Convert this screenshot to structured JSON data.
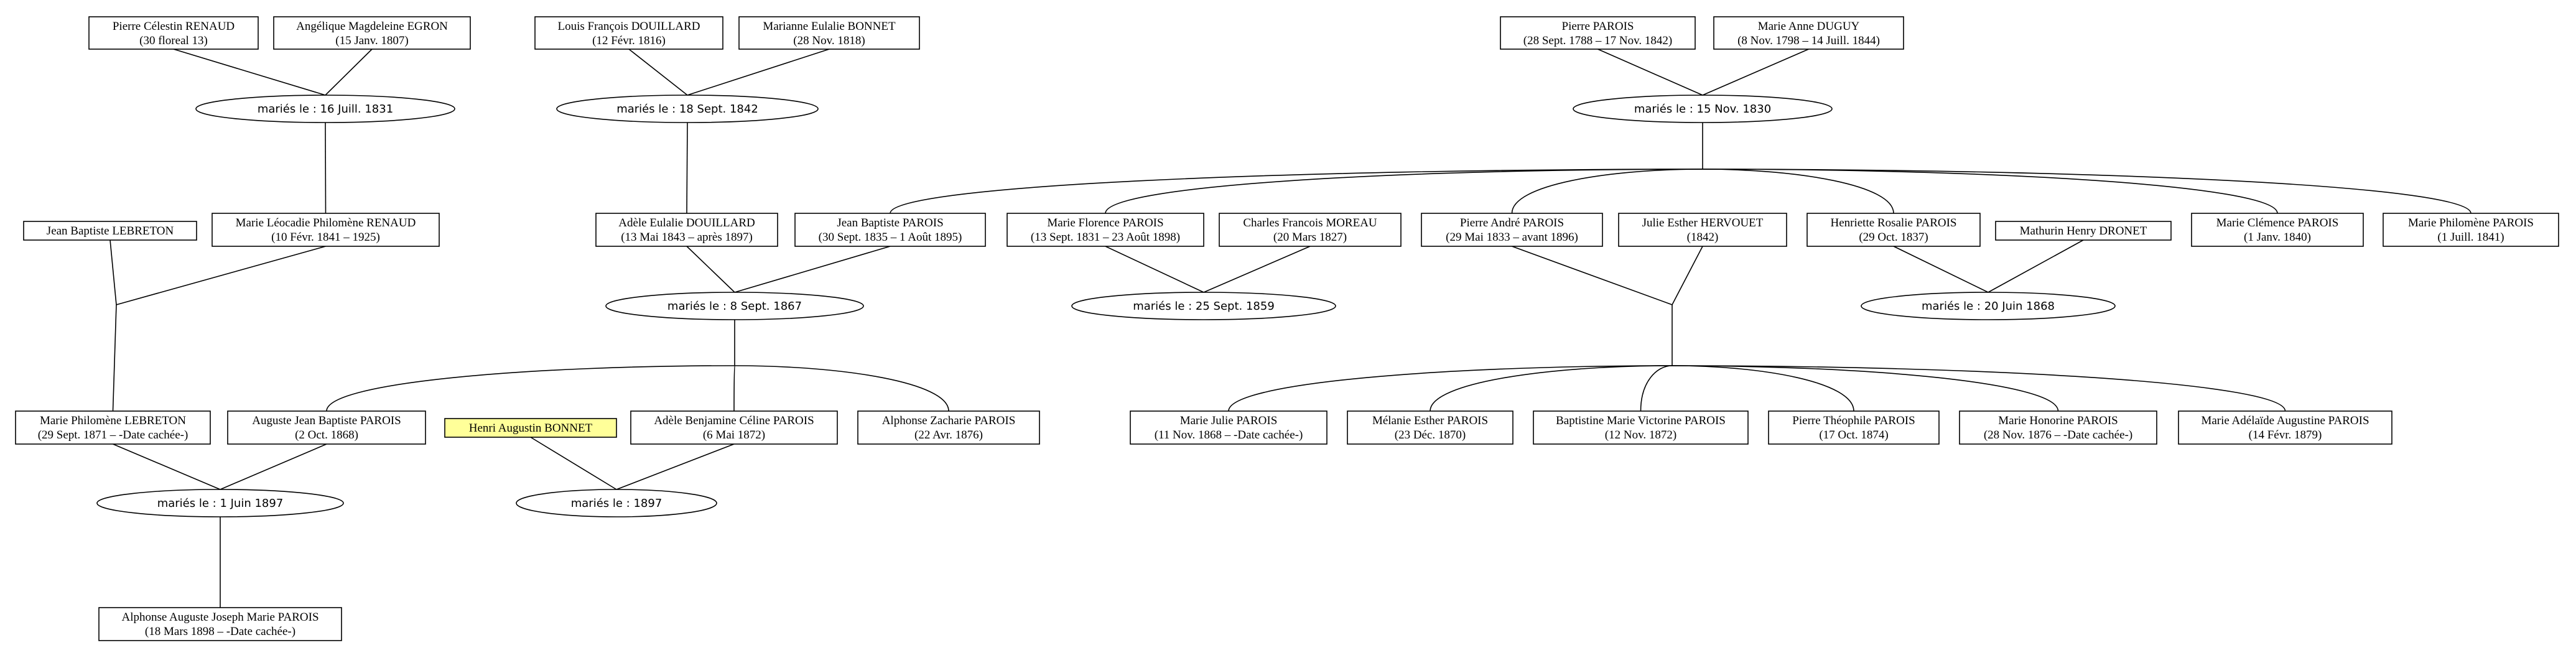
{
  "people": [
    {
      "id": "p1",
      "name": "Pierre Célestin RENAUD",
      "dates": "(30 floreal 13)"
    },
    {
      "id": "p2",
      "name": "Angélique Magdeleine EGRON",
      "dates": "(15 Janv. 1807)"
    },
    {
      "id": "p3",
      "name": "Louis François DOUILLARD",
      "dates": "(12 Févr. 1816)"
    },
    {
      "id": "p4",
      "name": "Marianne Eulalie BONNET",
      "dates": "(28 Nov. 1818)"
    },
    {
      "id": "p5",
      "name": "Pierre PAROIS",
      "dates": "(28 Sept. 1788 – 17 Nov. 1842)"
    },
    {
      "id": "p6",
      "name": "Marie Anne DUGUY",
      "dates": "(8 Nov. 1798 – 14 Juill. 1844)"
    },
    {
      "id": "p7",
      "name": "Jean Baptiste LEBRETON",
      "dates": ""
    },
    {
      "id": "p8",
      "name": "Marie Léocadie Philomène RENAUD",
      "dates": "(10 Févr. 1841 – 1925)"
    },
    {
      "id": "p9",
      "name": "Adèle Eulalie DOUILLARD",
      "dates": "(13 Mai 1843 – après 1897)"
    },
    {
      "id": "p10",
      "name": "Jean Baptiste PAROIS",
      "dates": "(30 Sept. 1835 – 1 Août 1895)"
    },
    {
      "id": "p11",
      "name": "Marie Florence PAROIS",
      "dates": "(13 Sept. 1831 – 23 Août 1898)"
    },
    {
      "id": "p12",
      "name": "Charles Francois MOREAU",
      "dates": "(20 Mars 1827)"
    },
    {
      "id": "p13",
      "name": "Pierre André PAROIS",
      "dates": "(29 Mai 1833 – avant 1896)"
    },
    {
      "id": "p14",
      "name": "Julie Esther HERVOUET",
      "dates": "(1842)"
    },
    {
      "id": "p15",
      "name": "Henriette Rosalie PAROIS",
      "dates": "(29 Oct. 1837)"
    },
    {
      "id": "p16",
      "name": "Mathurin Henry DRONET",
      "dates": ""
    },
    {
      "id": "p17",
      "name": "Marie Clémence PAROIS",
      "dates": "(1 Janv. 1840)"
    },
    {
      "id": "p18",
      "name": "Marie Philomène PAROIS",
      "dates": "(1 Juill. 1841)"
    },
    {
      "id": "p19",
      "name": "Marie Philomène LEBRETON",
      "dates": "(29 Sept. 1871 – -Date cachée-)"
    },
    {
      "id": "p20",
      "name": "Auguste Jean Baptiste PAROIS",
      "dates": "(2 Oct. 1868)"
    },
    {
      "id": "p21",
      "name": "Henri Augustin BONNET",
      "dates": "",
      "highlight": true
    },
    {
      "id": "p22",
      "name": "Adèle Benjamine Céline PAROIS",
      "dates": "(6 Mai 1872)"
    },
    {
      "id": "p23",
      "name": "Alphonse Zacharie PAROIS",
      "dates": "(22 Avr. 1876)"
    },
    {
      "id": "p24",
      "name": "Marie Julie PAROIS",
      "dates": "(11 Nov. 1868 – -Date cachée-)"
    },
    {
      "id": "p25",
      "name": "Mélanie Esther PAROIS",
      "dates": "(23 Déc. 1870)"
    },
    {
      "id": "p26",
      "name": "Baptistine Marie Victorine PAROIS",
      "dates": "(12 Nov. 1872)"
    },
    {
      "id": "p27",
      "name": "Pierre Théophile PAROIS",
      "dates": "(17 Oct. 1874)"
    },
    {
      "id": "p28",
      "name": "Marie Honorine PAROIS",
      "dates": "(28 Nov. 1876 – -Date cachée-)"
    },
    {
      "id": "p29",
      "name": "Marie Adélaïde Augustine PAROIS",
      "dates": "(14 Févr. 1879)"
    },
    {
      "id": "p30",
      "name": "Alphonse Auguste Joseph Marie PAROIS",
      "dates": "(18 Mars 1898 – -Date cachée-)"
    }
  ],
  "marriages": [
    {
      "id": "m1",
      "label": "mariés le : 16 Juill. 1831"
    },
    {
      "id": "m2",
      "label": "mariés le : 18 Sept. 1842"
    },
    {
      "id": "m3",
      "label": "mariés le : 15 Nov. 1830"
    },
    {
      "id": "m4",
      "label": "mariés le : 8 Sept. 1867"
    },
    {
      "id": "m5",
      "label": "mariés le : 25 Sept. 1859"
    },
    {
      "id": "m6",
      "label": "mariés le : 20 Juin 1868"
    },
    {
      "id": "m7",
      "label": "mariés le : 1 Juin 1897"
    },
    {
      "id": "m8",
      "label": "mariés le : 1897"
    }
  ],
  "colors": {
    "highlight": "#ffff99",
    "stroke": "#000000",
    "background": "#ffffff"
  }
}
